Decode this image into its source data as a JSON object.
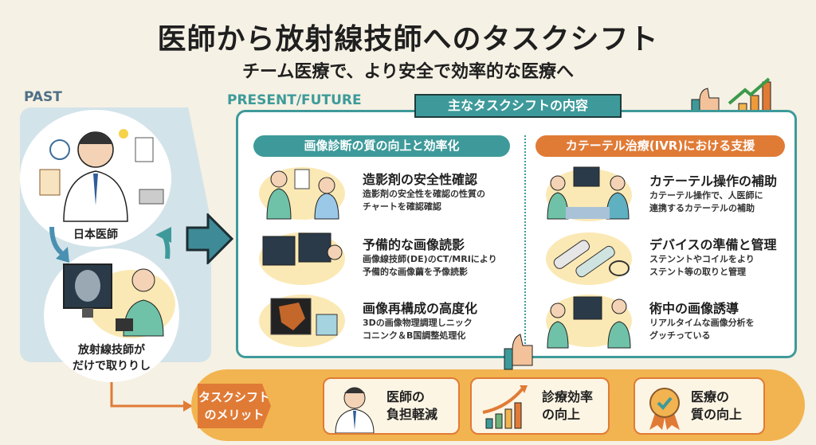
{
  "header": {
    "title": "医師から放射線技師へのタスクシフト",
    "subtitle": "チーム医療で、より安全で効率的な医療へ"
  },
  "past": {
    "label": "PAST",
    "doctor_label": "日本医師",
    "tech_label_1": "放射線技師が",
    "tech_label_2": "だけで取りりし"
  },
  "present": {
    "label": "PRESENT/FUTURE",
    "banner": "主なタスクシフトの内容",
    "left": {
      "header": "画像診断の質の向上と効率化",
      "items": [
        {
          "title": "造影剤の安全性確認",
          "desc1": "造影剤の安全性を確認の性質の",
          "desc2": "チャートを確認確認"
        },
        {
          "title": "予備的な画像読影",
          "desc1": "画像線技師(DE)のCT/MRIにより",
          "desc2": "予備的な画像繭を予像読影"
        },
        {
          "title": "画像再構成の高度化",
          "desc1": "3Dの画像物理調理しニック",
          "desc2": "コニンク＆B国調整処理化"
        }
      ]
    },
    "right": {
      "header": "カテーテル治療(IVR)における支援",
      "items": [
        {
          "title": "カテーテル操作の補助",
          "desc1": "カテーテル操作で、人医師に",
          "desc2": "連携するカテーテルの補助"
        },
        {
          "title": "デバイスの準備と管理",
          "desc1": "ステンントやコイルをより",
          "desc2": "ステント等の取りと管理"
        },
        {
          "title": "術中の画像誘導",
          "desc1": "リアルタイムな画像分析を",
          "desc2": "グッチっている"
        }
      ]
    }
  },
  "merits": {
    "tag1": "タスクシフト",
    "tag2": "のメリット",
    "cards": [
      {
        "l1": "医師の",
        "l2": "負担軽減"
      },
      {
        "l1": "診療効率",
        "l2": "の向上"
      },
      {
        "l1": "医療の",
        "l2": "質の向上"
      }
    ]
  },
  "colors": {
    "teal": "#3e9a9a",
    "orange": "#e07b36",
    "gold": "#f2b450",
    "panel": "#d3e3ea"
  }
}
